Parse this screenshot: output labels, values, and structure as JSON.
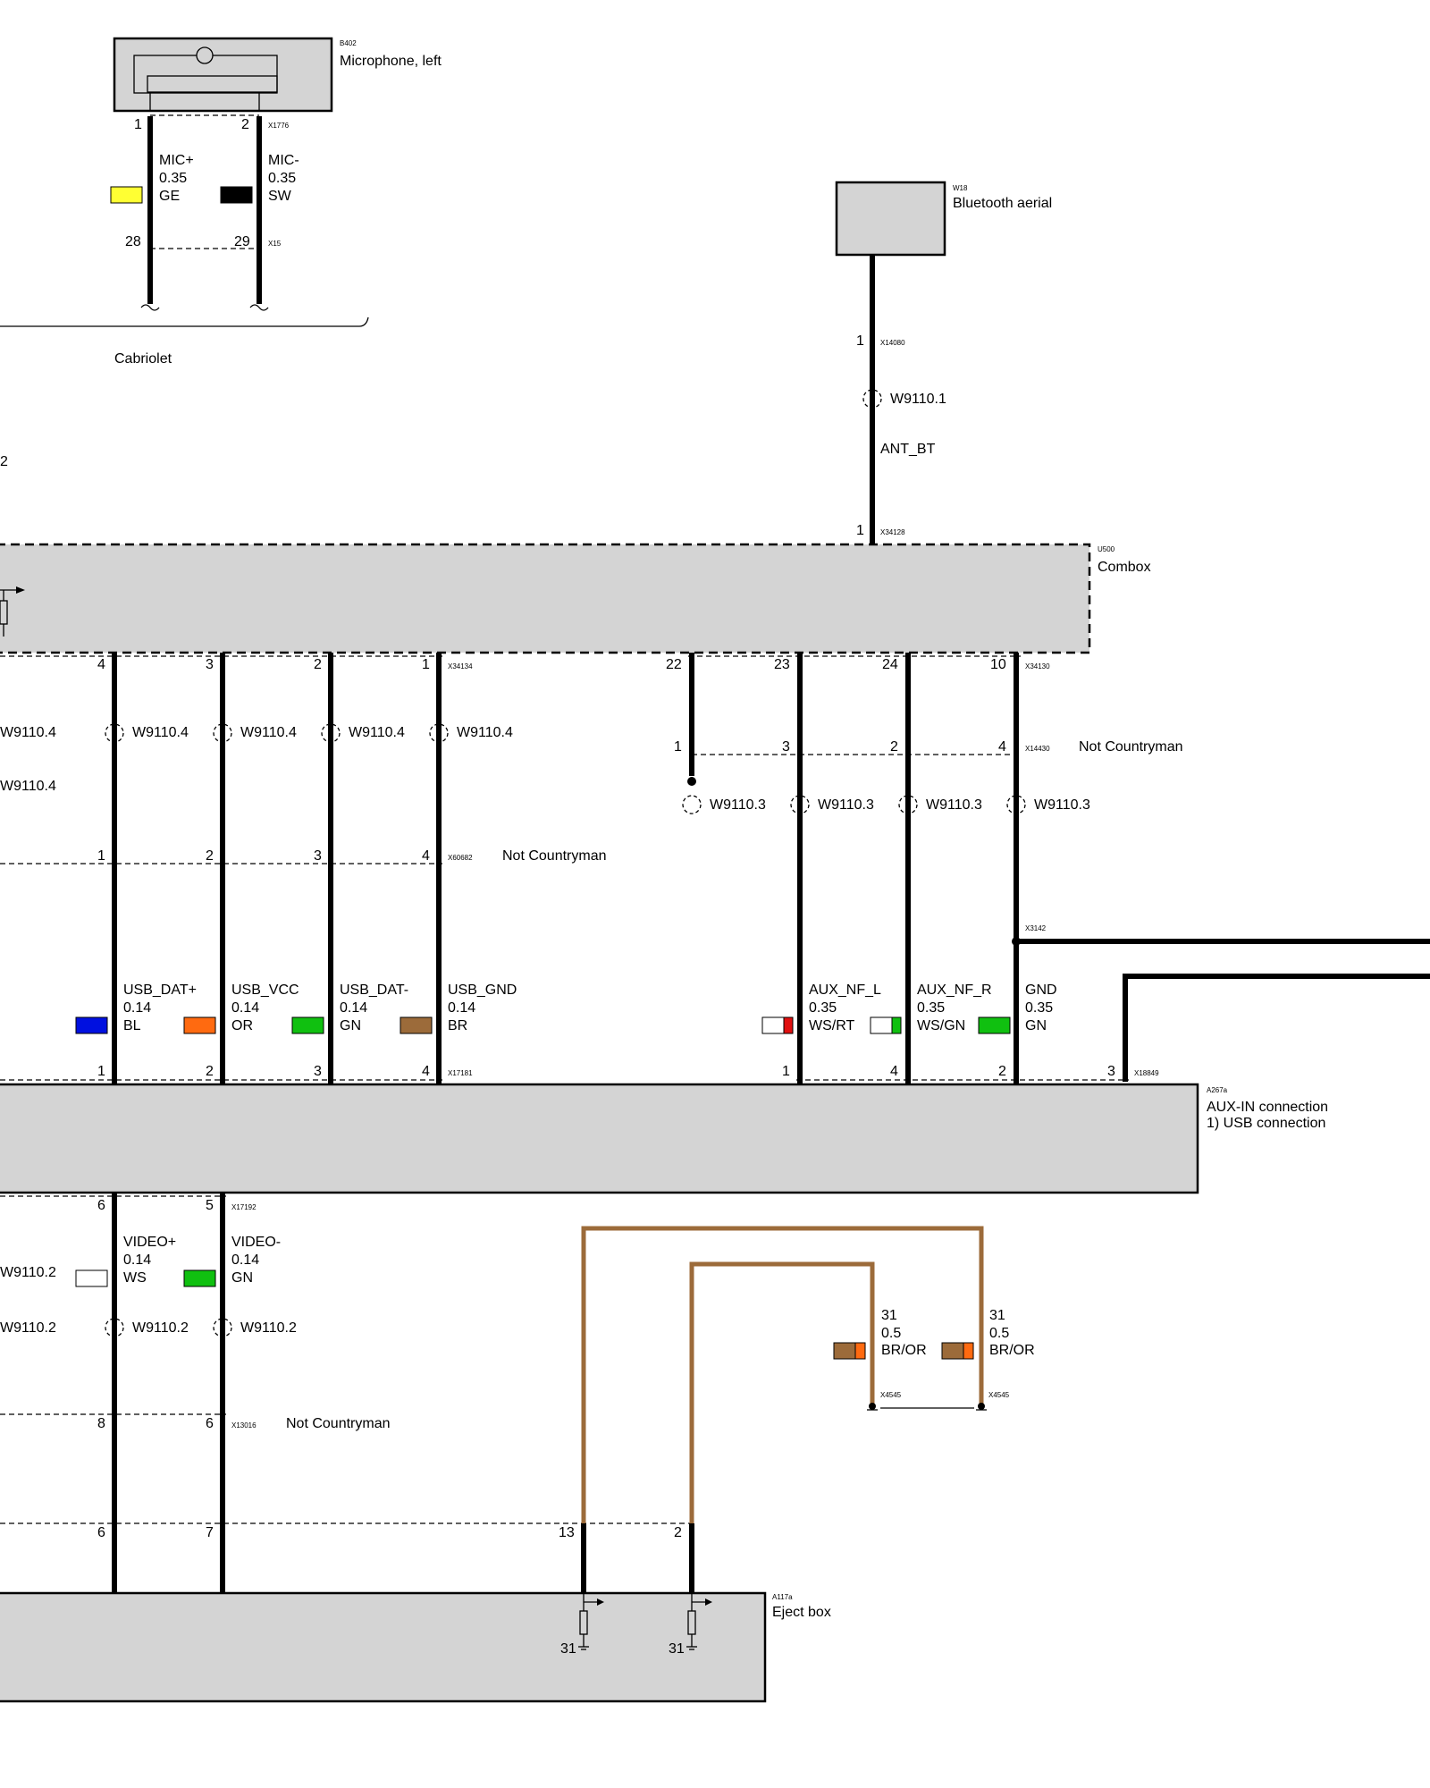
{
  "components": {
    "b402": {
      "code": "B402",
      "name": "Microphone, left"
    },
    "w18": {
      "code": "W18",
      "name": "Bluetooth aerial"
    },
    "u500": {
      "code": "U500",
      "name": "Combox"
    },
    "a267a": {
      "code": "A267a",
      "name": "AUX-IN connection",
      "note": "1)   USB connection"
    },
    "a117a": {
      "code": "A117a",
      "name": "Eject box"
    }
  },
  "variant_labels": {
    "cabriolet": "Cabriolet",
    "not_countryman": "Not Countryman"
  },
  "connectors": [
    "X1776",
    "X15",
    "X14080",
    "X34128",
    "X34134",
    "X34130",
    "X14430",
    "X60682",
    "X3142",
    "X17181",
    "X18849",
    "X17192",
    "X13016",
    "X4545"
  ],
  "shields": [
    "W9110.1",
    "W9110.2",
    "W9110.3",
    "W9110.4"
  ],
  "wires": [
    {
      "signal": "MIC+",
      "size": "0.35",
      "color_code": "GE",
      "colors": [
        "#ffff33"
      ]
    },
    {
      "signal": "MIC-",
      "size": "0.35",
      "color_code": "SW",
      "colors": [
        "#000000"
      ]
    },
    {
      "signal": "ANT_BT"
    },
    {
      "signal": "USB_DAT+",
      "size": "0.14",
      "color_code": "BL",
      "colors": [
        "#0010e0"
      ]
    },
    {
      "signal": "USB_VCC",
      "size": "0.14",
      "color_code": "OR",
      "colors": [
        "#ff6a10"
      ]
    },
    {
      "signal": "USB_DAT-",
      "size": "0.14",
      "color_code": "GN",
      "colors": [
        "#10c010"
      ]
    },
    {
      "signal": "USB_GND",
      "size": "0.14",
      "color_code": "BR",
      "colors": [
        "#9c6b3a"
      ]
    },
    {
      "signal": "AUX_NF_L",
      "size": "0.35",
      "color_code": "WS/RT",
      "colors": [
        "#ffffff",
        "#e01010"
      ]
    },
    {
      "signal": "AUX_NF_R",
      "size": "0.35",
      "color_code": "WS/GN",
      "colors": [
        "#ffffff",
        "#10c010"
      ]
    },
    {
      "signal": "GND",
      "size": "0.35",
      "color_code": "GN",
      "colors": [
        "#10c010"
      ]
    },
    {
      "signal": "VIDEO+",
      "size": "0.14",
      "color_code": "WS",
      "colors": [
        "#ffffff"
      ]
    },
    {
      "signal": "VIDEO-",
      "size": "0.14",
      "color_code": "GN",
      "colors": [
        "#10c010"
      ]
    },
    {
      "signal": "31",
      "size": "0.5",
      "color_code": "BR/OR",
      "colors": [
        "#9c6b3a",
        "#ff6a10"
      ]
    },
    {
      "signal": "31",
      "size": "0.5",
      "color_code": "BR/OR",
      "colors": [
        "#9c6b3a",
        "#ff6a10"
      ]
    }
  ],
  "ground_label": "31",
  "left_edge": {
    "page_ref": "2",
    "shield": "W9110.4",
    "shield_video": "W9110.2"
  },
  "pins": {
    "mic_top": [
      "1",
      "2"
    ],
    "mic_bottom": [
      "28",
      "29"
    ],
    "bt": [
      "1",
      "1"
    ],
    "usb_combox": [
      "4",
      "3",
      "2",
      "1"
    ],
    "usb_mid": [
      "1",
      "2",
      "3",
      "4"
    ],
    "usb_aux": [
      "1",
      "2",
      "3",
      "4"
    ],
    "aux_combox": [
      "22",
      "23",
      "24",
      "10"
    ],
    "aux_mid": [
      "1",
      "3",
      "2",
      "4"
    ],
    "aux_aux": [
      "1",
      "4",
      "2",
      "3"
    ],
    "video_aux": [
      "6",
      "5"
    ],
    "video_mid": [
      "8",
      "6"
    ],
    "video_eject": [
      "6",
      "7"
    ],
    "eject_br": [
      "13",
      "2"
    ]
  }
}
